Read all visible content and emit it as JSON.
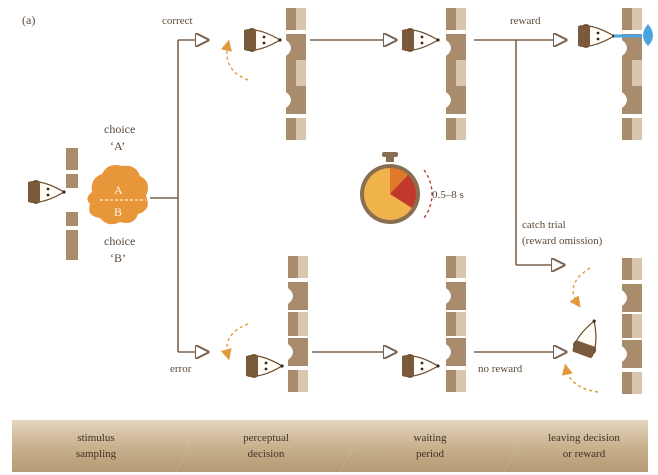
{
  "panel_label": "(a)",
  "branches": {
    "correct": "correct",
    "error": "error",
    "reward": "reward",
    "no_reward": "no reward",
    "catch_trial_line1": "catch trial",
    "catch_trial_line2": "(reward omission)"
  },
  "choices": {
    "a_line1": "choice",
    "a_line2": "‘A’",
    "b_line1": "choice",
    "b_line2": "‘B’",
    "odor_a": "A",
    "odor_b": "B"
  },
  "timer": {
    "label": "0.5–8 s"
  },
  "stages": [
    {
      "line1": "stimulus",
      "line2": "sampling"
    },
    {
      "line1": "perceptual",
      "line2": "decision"
    },
    {
      "line1": "waiting",
      "line2": "period"
    },
    {
      "line1": "leaving decision",
      "line2": "or reward"
    }
  ],
  "colors": {
    "mouse": "#7a5a3a",
    "wall": "#a88c6c",
    "odor_cloud": "#e8963a",
    "timer_face": "#f0b24a",
    "timer_wedge": "#c0392b",
    "water_drop": "#4aa3e0",
    "banner": "#c9b28f"
  }
}
